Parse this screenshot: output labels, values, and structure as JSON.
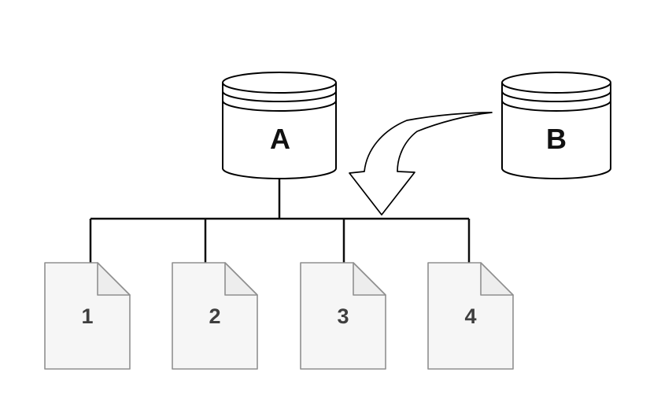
{
  "colors": {
    "background": "#ffffff",
    "shape_fill": "#ffffff",
    "shape_outline": "#000000",
    "connector": "#0d0d0d",
    "document_fill": "#f6f6f6",
    "document_fold_fill": "#ededed",
    "document_border": "#8f8f8f",
    "document_label": "#3f3f3f"
  },
  "databases": [
    {
      "label": "A"
    },
    {
      "label": "B"
    }
  ],
  "documents": [
    {
      "label": "1"
    },
    {
      "label": "2"
    },
    {
      "label": "3"
    },
    {
      "label": "4"
    }
  ],
  "arrow": {
    "name": "curved-down-arrow"
  }
}
